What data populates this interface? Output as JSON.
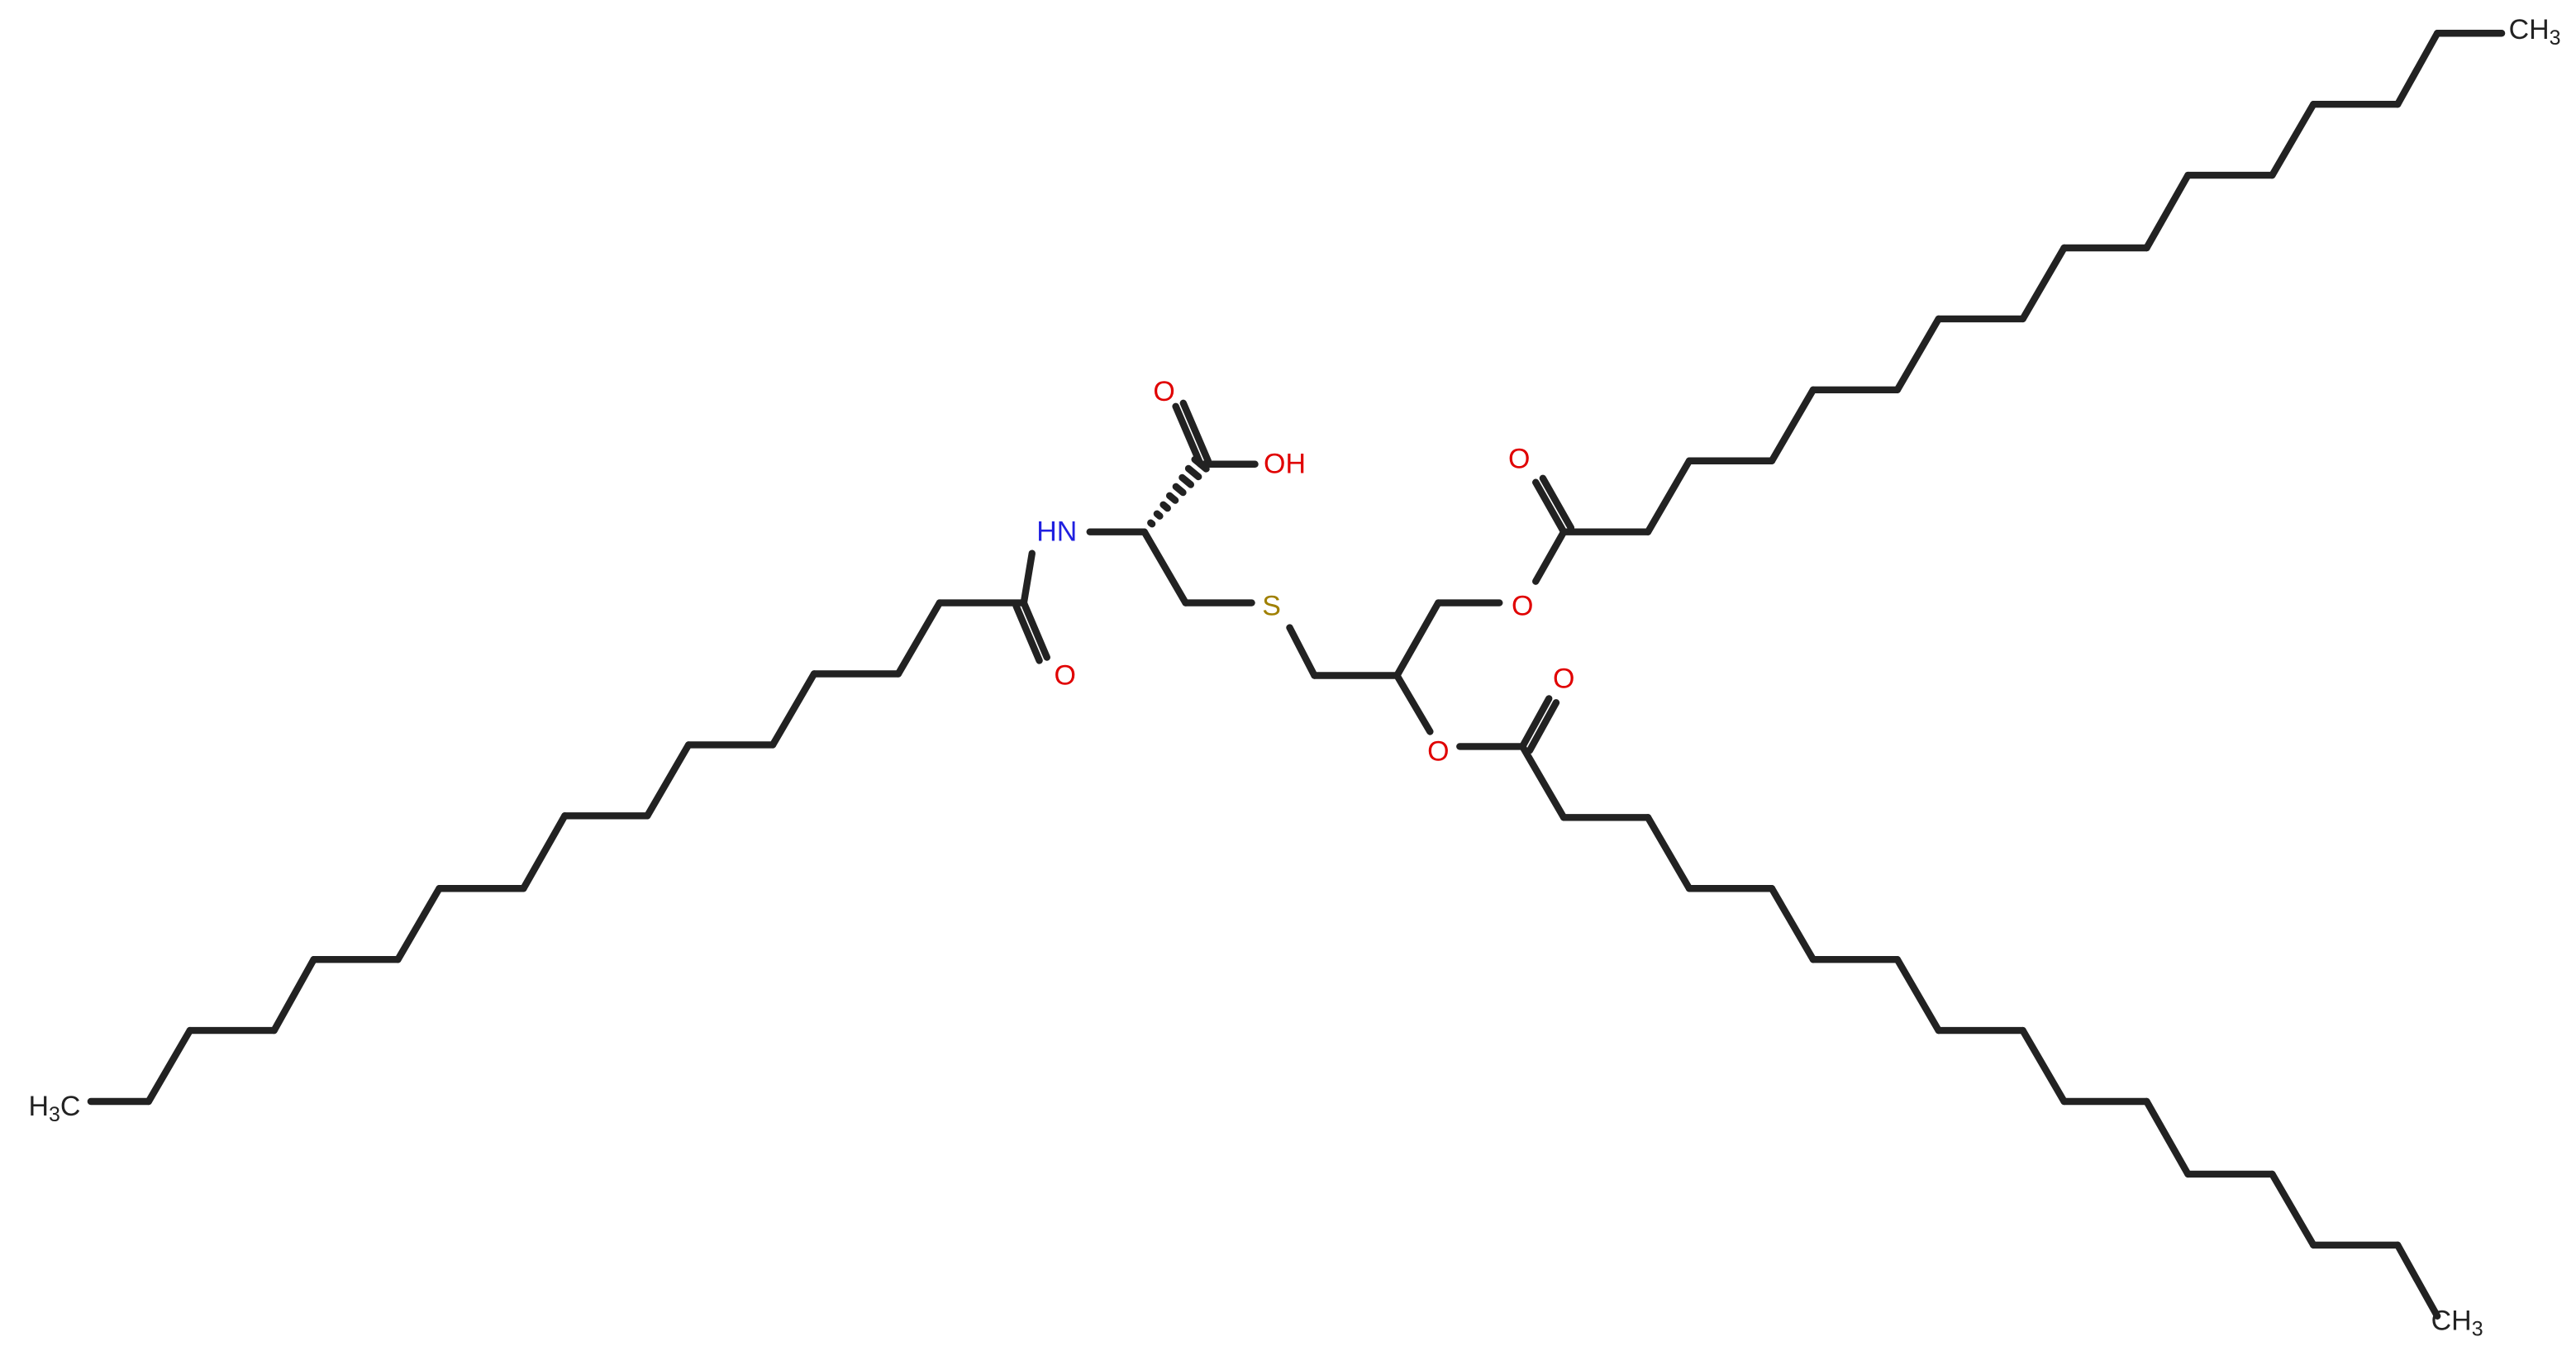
{
  "colors": {
    "bond": "#222222",
    "carbon": "#222222",
    "oxygen": "#e00000",
    "nitrogen": "#2020e0",
    "sulfur": "#a08000",
    "background": "#ffffff"
  },
  "atoms": {
    "o_acid_carbonyl": {
      "element": "O",
      "text": "O"
    },
    "oh_acid": {
      "element": "O",
      "text": "OH"
    },
    "nh_amide": {
      "element": "N",
      "text": "HN"
    },
    "o_amide": {
      "element": "O",
      "text": "O"
    },
    "s_thioether": {
      "element": "S",
      "text": "S"
    },
    "o_ester1_carbonyl": {
      "element": "O",
      "text": "O"
    },
    "o_ester1_link": {
      "element": "O",
      "text": "O"
    },
    "o_ester2_carbonyl": {
      "element": "O",
      "text": "O"
    },
    "o_ester2_link": {
      "element": "O",
      "text": "O"
    },
    "ch3_top": {
      "element": "C",
      "main": "CH",
      "sub": "3"
    },
    "ch3_left": {
      "element": "C",
      "main": "H",
      "sub": "3",
      "tail": "C"
    },
    "ch3_bottom": {
      "element": "C",
      "main": "CH",
      "sub": "3"
    }
  }
}
